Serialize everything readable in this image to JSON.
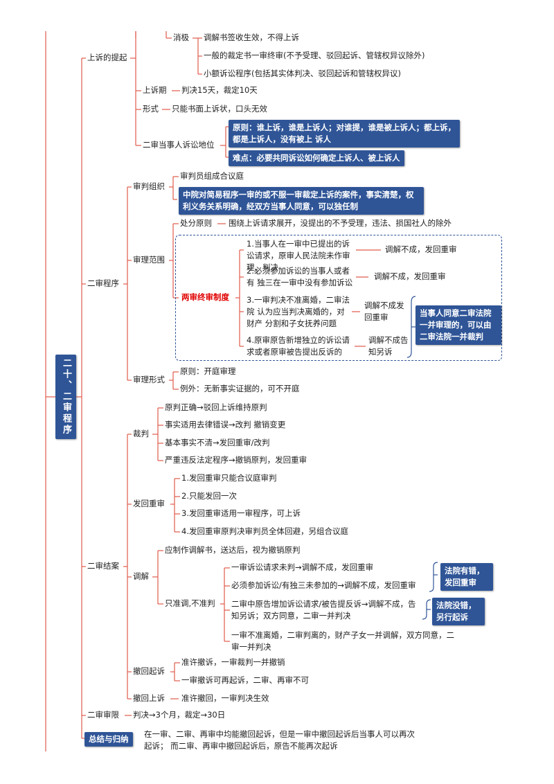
{
  "root": "二十、二审程序",
  "b1": {
    "label": "上诉的提起",
    "xiaoji": "消极",
    "xiaoji_items": [
      "调解书签收生效，不得上诉",
      "一般的裁定书一审终审(不予受理、驳回起诉、管辖权异议除外)",
      "小额诉讼程序(包括其实体判决、驳回起诉和管辖权异议)"
    ],
    "period_label": "上诉期",
    "period_val": "判决15天，裁定10天",
    "form_label": "形式",
    "form_val": "只能书面上诉状，口头无效",
    "party_label": "二审当事人诉讼地位",
    "party_box1": "原则：谁上诉，谁是上诉人；对谁提，谁是被上诉人；都上诉，都是上诉人，没有被上 诉人",
    "party_box2": "难点：必要共同诉讼如何确定上诉人、被上诉人"
  },
  "b2": {
    "label": "二审程序",
    "org_label": "审判组织",
    "org_item1": "审判员组成合议庭",
    "org_box": "中院对简易程序一审的或不服一审裁定上诉的案件，事实清楚，权利义务关系明确，经双方当事人同意，可以独任制",
    "scope_label": "审理范围",
    "scope_principle_label": "处分原则",
    "scope_principle_val": "围绕上诉请求展开，没提出的不予受理，违法、损国社人的除外",
    "two_trial": "两审终审制度",
    "cases": [
      {
        "text": "1.当事人在一审中已提出的诉讼请求，原审人民法院未作审理、判决",
        "result": "调解不成，发回重审"
      },
      {
        "text": "2.必须参加诉讼的当事人或者有 独三在一审中没有参加诉讼",
        "result": "调解不成，发回重审"
      },
      {
        "text": "3.一审判决不准离婚，二审法院 认为应当判决离婚的，对财产 分割和子女抚养问题",
        "result": "调解不成发回重审"
      },
      {
        "text": "4.原审原告新增独立的诉讼请求或者原审被告提出反诉的",
        "result": "调解不成告知另诉"
      }
    ],
    "consent_box": "当事人同意二审法院一并审理的，可以由二审法院一并裁判",
    "form_label": "审理形式",
    "form_items": [
      "原则：开庭审理",
      "例外：无新事实证据的，可不开庭"
    ]
  },
  "b3": {
    "label": "二审结案",
    "judge_label": "裁判",
    "judge_items": [
      "原判正确→驳回上诉维持原判",
      "事实适用去律错误→改判  撤销变更",
      "基本事实不清→发回重审/改判",
      "严重违反法定程序→撤销原判，发回重审"
    ],
    "remand_label": "发回重审",
    "remand_items": [
      "1.发回重审只能合议庭审判",
      "2.只能发回一次",
      "3.发回重审适用一审程序，可上诉",
      "4.发回重审原判决审判员全体回避，另组合议庭"
    ],
    "mediate_label": "调解",
    "mediate_item1": "应制作调解书，送达后，视为撤销原判",
    "only_label": "只准调,不准判",
    "only_items": [
      "一审诉讼请求未判→调解不成，发回重审",
      "必须参加诉讼/有独三未参加的→调解不成，发回重审",
      "二审中原告增加诉讼请求/被告提反诉→调解不成，告知另诉；双方同意，二审一并判决",
      "一审不准离婚，二审判离的，财产子女一并调解，双方同意，二审一并判决"
    ],
    "court_wrong": "法院有错，发回重审",
    "court_right": "法院没错，另行起诉",
    "withdraw_suit_label": "撤回起诉",
    "withdraw_suit_items": [
      "准许撤诉，一审裁判一并撤销",
      "一审撤诉可再起诉，二审、再审不可"
    ],
    "withdraw_appeal_label": "撤回上诉",
    "withdraw_appeal_val": "准许撤回，一审判决生效"
  },
  "b4": {
    "label": "二审审限",
    "val": "判决→3个月，裁定→30日"
  },
  "b5": {
    "label": "总结与归纳",
    "val": "在一审、二审、再审中均能撤回起诉，但是一审中撤回起诉后当事人可以再次起诉； 而二审、再审中撤回起诉后，原告不能再次起诉"
  },
  "colors": {
    "line": "#e05a4a",
    "box": "#2f5597",
    "emph": "#e00000"
  }
}
